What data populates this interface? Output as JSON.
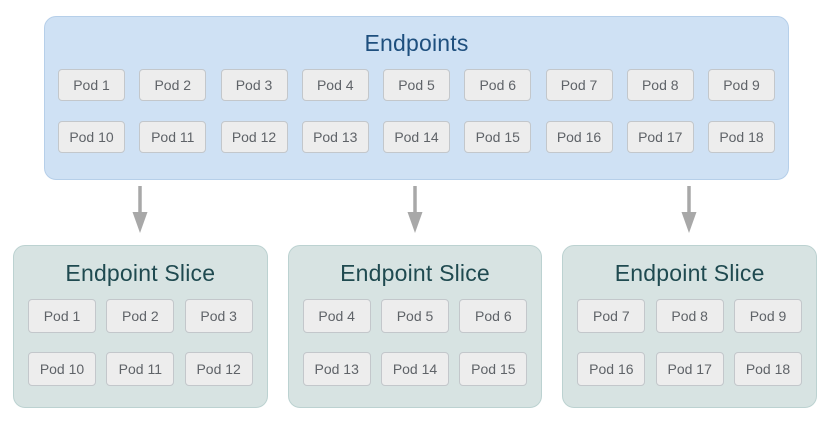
{
  "colors": {
    "endpoints_bg": "#cfe1f4",
    "endpoints_title": "#1e4f7e",
    "slice_bg": "#d7e3e2",
    "slice_title": "#1f4a50",
    "pod_bg": "#ededed",
    "pod_border": "#c3c7cb",
    "pod_text": "#5f6368",
    "arrow": "#a8a8a8"
  },
  "endpoints": {
    "title": "Endpoints",
    "rows": [
      [
        "Pod 1",
        "Pod 2",
        "Pod 3",
        "Pod 4",
        "Pod 5",
        "Pod 6",
        "Pod 7",
        "Pod 8",
        "Pod 9"
      ],
      [
        "Pod 10",
        "Pod 11",
        "Pod 12",
        "Pod 13",
        "Pod 14",
        "Pod 15",
        "Pod 16",
        "Pod 17",
        "Pod 18"
      ]
    ]
  },
  "arrows": {
    "icon": "arrow-down-icon",
    "count": 3
  },
  "slices": [
    {
      "title": "Endpoint Slice",
      "rows": [
        [
          "Pod 1",
          "Pod 2",
          "Pod 3"
        ],
        [
          "Pod 10",
          "Pod 11",
          "Pod 12"
        ]
      ]
    },
    {
      "title": "Endpoint Slice",
      "rows": [
        [
          "Pod 4",
          "Pod 5",
          "Pod 6"
        ],
        [
          "Pod 13",
          "Pod 14",
          "Pod 15"
        ]
      ]
    },
    {
      "title": "Endpoint Slice",
      "rows": [
        [
          "Pod 7",
          "Pod 8",
          "Pod 9"
        ],
        [
          "Pod 16",
          "Pod 17",
          "Pod 18"
        ]
      ]
    }
  ]
}
